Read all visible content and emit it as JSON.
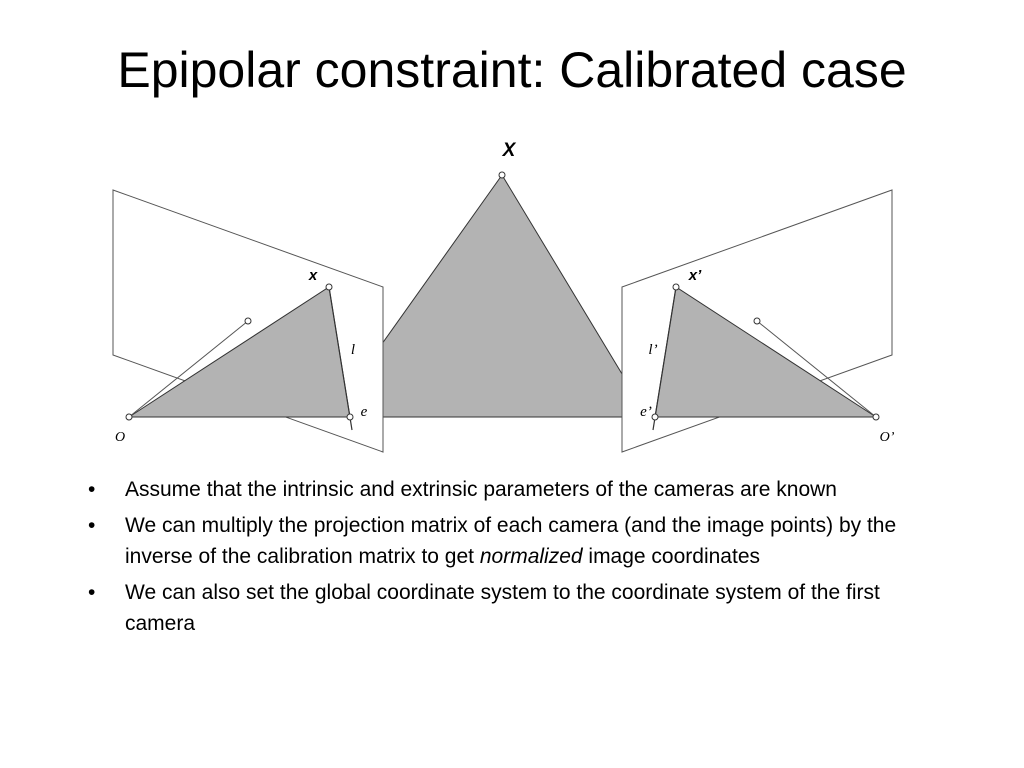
{
  "slide": {
    "title": "Epipolar constraint: Calibrated case"
  },
  "figure": {
    "label_X": "X",
    "label_x": "x",
    "label_x_prime": "x’",
    "label_l": "l",
    "label_l_prime": "l’",
    "label_e": "e",
    "label_e_prime": "e’",
    "label_O": "O",
    "label_O_prime": "O’",
    "colors": {
      "plane_fill": "#b3b3b3",
      "line": "#444444"
    }
  },
  "bullets": {
    "marker": "•",
    "b1": "Assume that the intrinsic and extrinsic parameters of the cameras are known",
    "b2_pre": "We can multiply the projection matrix of each camera (and the image points) by the inverse of the calibration matrix to get ",
    "b2_em": "normalized",
    "b2_post": " image coordinates",
    "b3": "We can also set the global coordinate system to the coordinate system of the first camera"
  }
}
